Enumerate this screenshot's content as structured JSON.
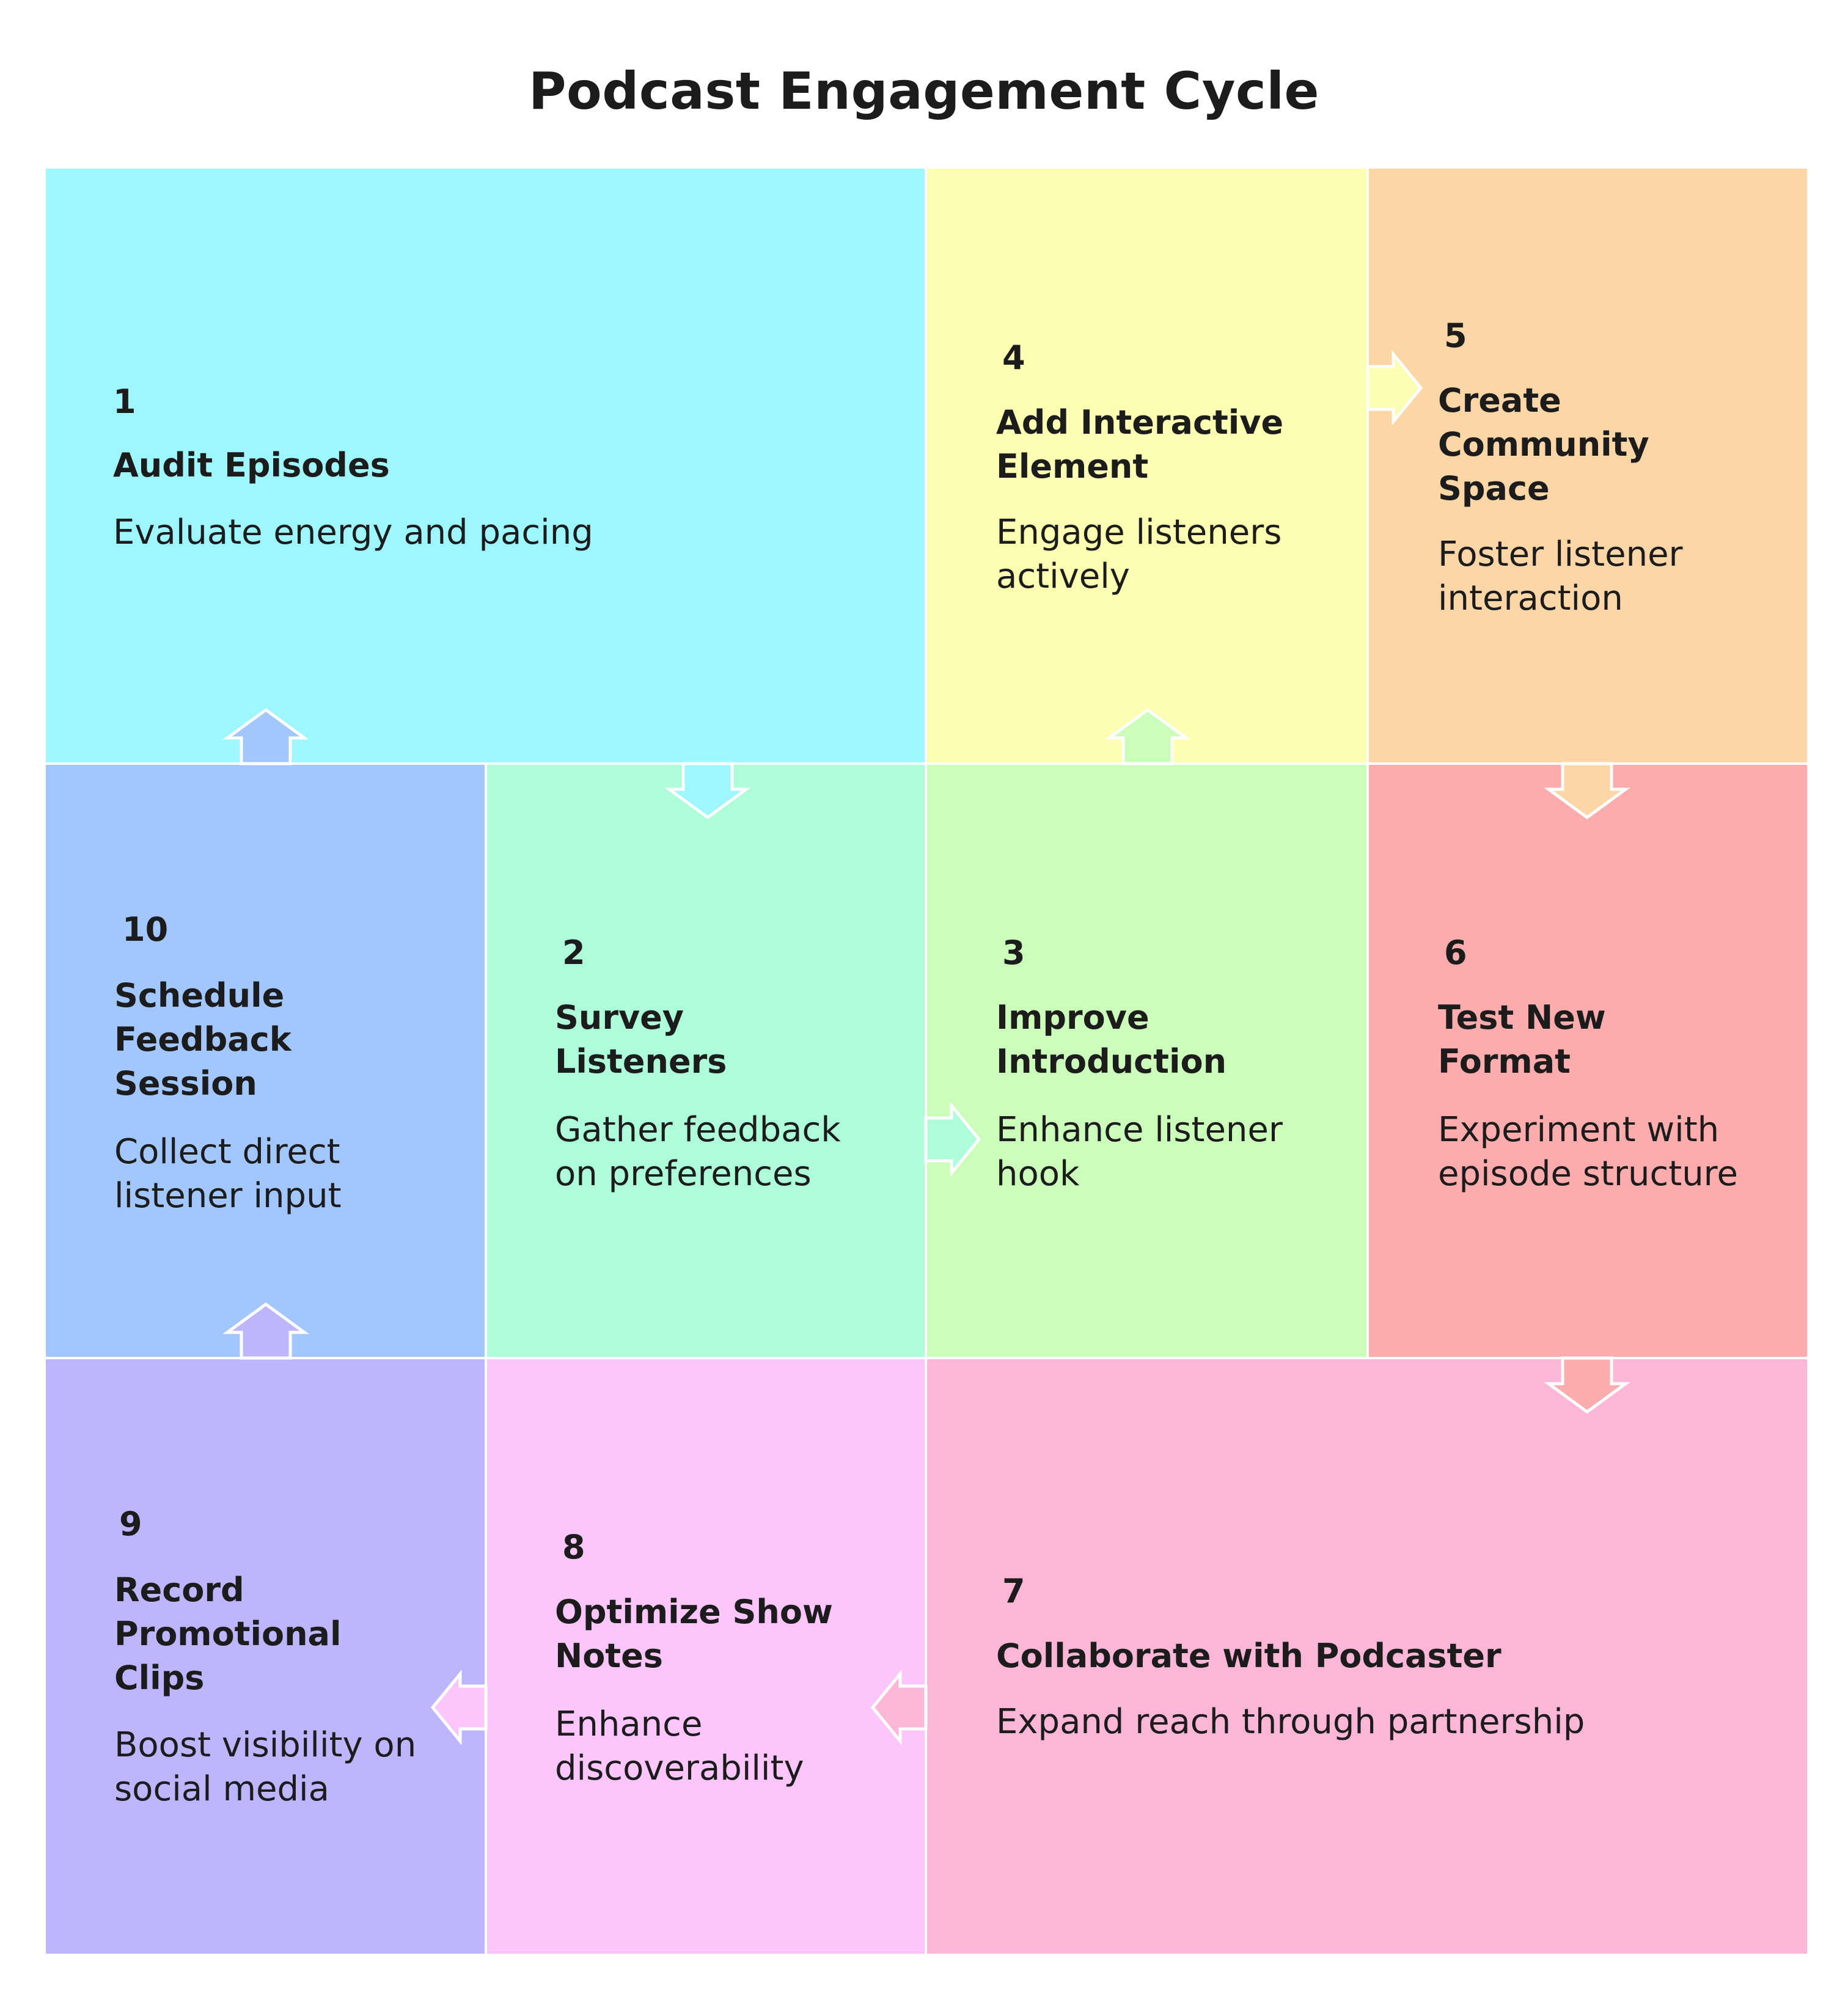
{
  "title": "Podcast Engagement Cycle",
  "colors": {
    "step1": "#9ef6fe",
    "step2": "#adfddb",
    "step3": "#ccfebb",
    "step4": "#fcfeb2",
    "step5": "#fcd6a6",
    "step6": "#fcacac",
    "step7": "#fcb6d8",
    "step8": "#fcc6fc",
    "step9": "#bdb6fe",
    "step10": "#a2c6fe"
  },
  "steps": [
    {
      "number": "1",
      "title": "Audit Episodes",
      "description": "Evaluate energy and pacing"
    },
    {
      "number": "2",
      "title": "Survey\nListeners",
      "description": "Gather feedback\non preferences"
    },
    {
      "number": "3",
      "title": "Improve\nIntroduction",
      "description": "Enhance listener\nhook"
    },
    {
      "number": "4",
      "title": "Add Interactive\nElement",
      "description": "Engage listeners\nactively"
    },
    {
      "number": "5",
      "title": "Create\nCommunity\nSpace",
      "description": "Foster listener\ninteraction"
    },
    {
      "number": "6",
      "title": "Test New\nFormat",
      "description": "Experiment with\nepisode structure"
    },
    {
      "number": "7",
      "title": "Collaborate with Podcaster",
      "description": "Expand reach through partnership"
    },
    {
      "number": "8",
      "title": "Optimize Show\nNotes",
      "description": "Enhance\ndiscoverability"
    },
    {
      "number": "9",
      "title": "Record\nPromotional\nClips",
      "description": "Boost visibility on\nsocial media"
    },
    {
      "number": "10",
      "title": "Schedule\nFeedback\nSession",
      "description": "Collect direct\nlistener input"
    }
  ]
}
